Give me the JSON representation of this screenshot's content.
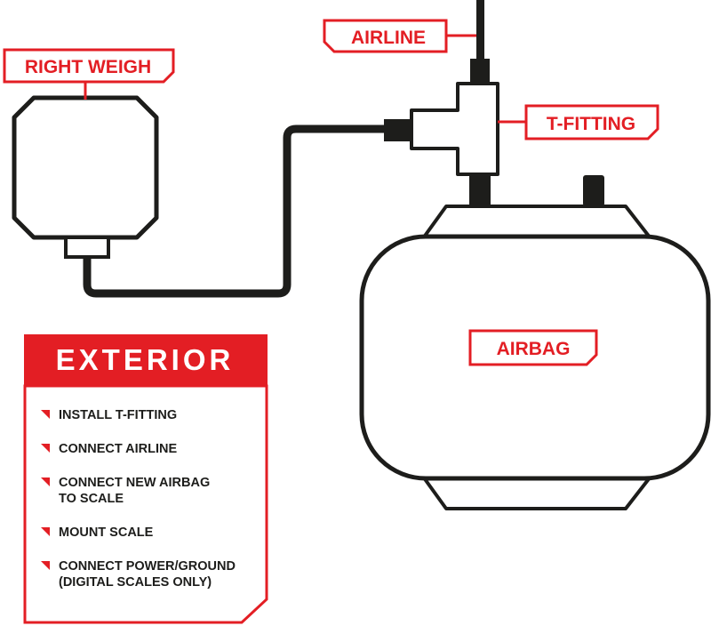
{
  "colors": {
    "accent": "#e31e24",
    "ink": "#1d1d1b",
    "background": "#ffffff"
  },
  "labels": {
    "airline": "AIRLINE",
    "right_weigh": "RIGHT WEIGH",
    "t_fitting": "T-FITTING",
    "airbag": "AIRBAG"
  },
  "panel": {
    "title": "EXTERIOR",
    "steps": [
      {
        "line1": "INSTALL T-FITTING",
        "line2": ""
      },
      {
        "line1": "CONNECT AIRLINE",
        "line2": ""
      },
      {
        "line1": "CONNECT NEW AIRBAG",
        "line2": "TO SCALE"
      },
      {
        "line1": "MOUNT SCALE",
        "line2": ""
      },
      {
        "line1": "CONNECT POWER/GROUND",
        "line2": "(DIGITAL SCALES ONLY)"
      }
    ]
  }
}
